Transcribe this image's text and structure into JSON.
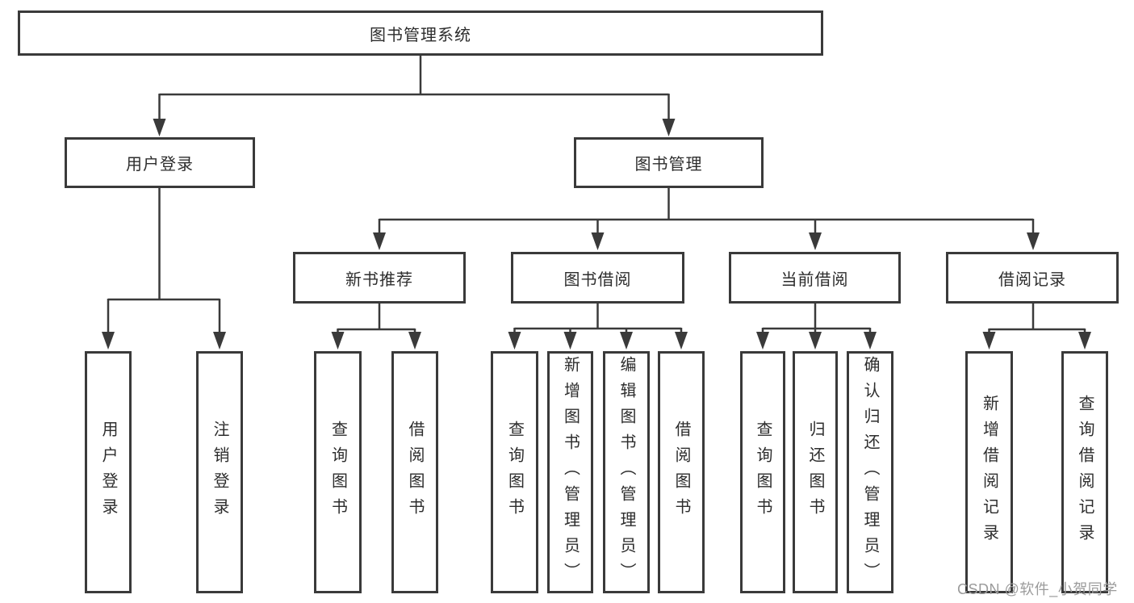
{
  "diagram": {
    "root": {
      "label": "图书管理系统"
    },
    "branches": [
      {
        "label": "用户登录",
        "children": [
          {
            "label": "用户登录"
          },
          {
            "label": "注销登录"
          }
        ]
      },
      {
        "label": "图书管理",
        "sections": [
          {
            "label": "新书推荐",
            "children": [
              {
                "label": "查询图书"
              },
              {
                "label": "借阅图书"
              }
            ]
          },
          {
            "label": "图书借阅",
            "children": [
              {
                "label": "查询图书"
              },
              {
                "label": "新增图书（管理员）"
              },
              {
                "label": "编辑图书（管理员）"
              },
              {
                "label": "借阅图书"
              }
            ]
          },
          {
            "label": "当前借阅",
            "children": [
              {
                "label": "查询图书"
              },
              {
                "label": "归还图书"
              },
              {
                "label": "确认归还（管理员）"
              }
            ]
          },
          {
            "label": "借阅记录",
            "children": [
              {
                "label": "新增借阅记录"
              },
              {
                "label": "查询借阅记录"
              }
            ]
          }
        ]
      }
    ]
  },
  "watermark": {
    "text": "CSDN @软件_小贺同学"
  },
  "colors": {
    "line": "#3a3a3a",
    "box_border": "#3a3a3a",
    "text": "#2d2d2d",
    "watermark": "#9b9b9b",
    "background": "#ffffff"
  }
}
